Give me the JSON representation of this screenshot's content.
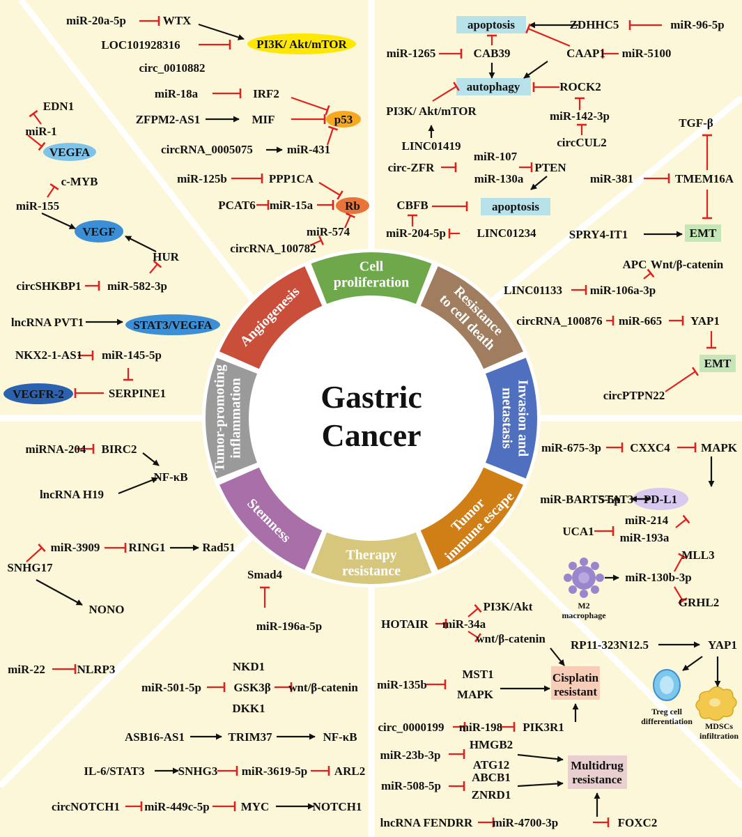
{
  "title": [
    "Gastric",
    "Cancer"
  ],
  "hallmarks": [
    {
      "lines": [
        "Cell",
        "proliferation"
      ],
      "color": "#6fa84a"
    },
    {
      "lines": [
        "Resistance",
        "to cell death"
      ],
      "color": "#a07d5e"
    },
    {
      "lines": [
        "Invasion and",
        "metastasis"
      ],
      "color": "#4f6fbf"
    },
    {
      "lines": [
        "Tumor",
        "immune escape"
      ],
      "color": "#cf7f16"
    },
    {
      "lines": [
        "Therapy",
        "resistance"
      ],
      "color": "#d7c77d"
    },
    {
      "lines": [
        "Stemness"
      ],
      "color": "#a86fa8"
    },
    {
      "lines": [
        "Tumor-promoting",
        "inflammation"
      ],
      "color": "#9a9a9a"
    },
    {
      "lines": [
        "Angiogenesis"
      ],
      "color": "#c94f3a"
    }
  ],
  "nodes": {
    "n1": "miR-20a-5p",
    "n2": "WTX",
    "n3": "LOC101928316",
    "n4": "PI3K/ Akt/mTOR",
    "n5": "circ_0010882",
    "n6": "miR-18a",
    "n7": "IRF2",
    "n8": "ZFPM2-AS1",
    "n9": "MIF",
    "n10": "p53",
    "n11": "circRNA_0005075",
    "n12": "miR-431",
    "n13": "miR-125b",
    "n14": "PPP1CA",
    "n15": "PCAT6",
    "n16": "miR-15a",
    "n17": "Rb",
    "n18": "miR-574",
    "n19": "circRNA_100782",
    "n20": "EDN1",
    "n21": "miR-1",
    "n22": "VEGFA",
    "n23": "c-MYB",
    "n24": "miR-155",
    "n25": "VEGF",
    "n26": "HUR",
    "n27": "circSHKBP1",
    "n28": "miR-582-3p",
    "n29": "lncRNA PVT1",
    "n30": "STAT3/VEGFA",
    "n31": "NKX2-1-AS1",
    "n32": "miR-145-5p",
    "n33": "VEGFR-2",
    "n34": "SERPINE1",
    "n35": "apoptosis",
    "n36": "ZDHHC5",
    "n37": "miR-96-5p",
    "n38": "CAB39",
    "n39": "CAAP1",
    "n40": "miR-1265",
    "n41": "miR-5100",
    "n42": "autophagy",
    "n43": "ROCK2",
    "n44": "PI3K/ Akt/mTOR",
    "n45": "miR-142-3p",
    "n46": "circCUL2",
    "n47": "LINC01419",
    "n48": "miR-107",
    "n49": "circ-ZFR",
    "n50": "miR-130a",
    "n51": "PTEN",
    "n52": "CBFB",
    "n53": "apoptosis",
    "n54": "miR-204-5p",
    "n55": "LINC01234",
    "n56": "TGF-β",
    "n57": "miR-381",
    "n58": "TMEM16A",
    "n59": "SPRY4-IT1",
    "n60": "EMT",
    "n61": "APC",
    "n62": "Wnt/β-catenin",
    "n63": "LINC01133",
    "n64": "miR-106a-3p",
    "n65": "circRNA_100876",
    "n66": "miR-665",
    "n67": "YAP1",
    "n68": "EMT",
    "n69": "circPTPN22",
    "n70": "miRNA-204",
    "n71": "BIRC2",
    "n72": "NF-κB",
    "n73": "lncRNA H19",
    "n74": "miR-3909",
    "n75": "RING1",
    "n76": "Rad51",
    "n77": "SNHG17",
    "n78": "NONO",
    "n79": "miR-22",
    "n80": "NLRP3",
    "n81": "Smad4",
    "n82": "miR-196a-5p",
    "n83": "NKD1",
    "n84": "miR-501-5p",
    "n85": "GSK3β",
    "n86": "wnt/β-catenin",
    "n87": "DKK1",
    "n88": "ASB16-AS1",
    "n89": "TRIM37",
    "n90": "NF-κB",
    "n91": "IL-6/STAT3",
    "n92": "SNHG3",
    "n93": "miR-3619-5p",
    "n94": "ARL2",
    "n95": "circNOTCH1",
    "n96": "miR-449c-5p",
    "n97": "MYC",
    "n98": "NOTCH1",
    "n99": "miR-675-3p",
    "n100": "CXXC4",
    "n101": "MAPK",
    "n102": "miR-BART5-5p",
    "n103": "STAT3",
    "n104": "PD-L1",
    "n105": "UCA1",
    "n106": "miR-214",
    "n107": "miR-193a",
    "n108": "MLL3",
    "n109": "miR-130b-3p",
    "n110": "GRHL2",
    "n111": "M2",
    "n112": "macrophage",
    "n113": "PI3K/Akt",
    "n114": "HOTAIR",
    "n115": "miR-34a",
    "n116": "wnt/β-catenin",
    "n117": "miR-135b",
    "n118": "MST1",
    "n119": "MAPK",
    "n120": "Cisplatin",
    "n121": "resistant",
    "n122": "circ_0000199",
    "n123": "miR-198",
    "n124": "PIK3R1",
    "n125": "miR-23b-3p",
    "n126": "HMGB2",
    "n127": "ATG12",
    "n128": "Multidrug",
    "n129": "resistance",
    "n130": "miR-508-5p",
    "n131": "ABCB1",
    "n132": "ZNRD1",
    "n133": "lncRNA FENDRR",
    "n134": "miR-4700-3p",
    "n135": "FOXC2",
    "n136": "RP11-323N12.5",
    "n137": "YAP1",
    "n138": "Treg cell",
    "n139": "differentiation",
    "n140": "MDSCs",
    "n141": "infiltration"
  },
  "colors": {
    "panel_bg": "#fcf7d9",
    "divider": "#ffffff",
    "activate": "#111111",
    "inhibit": "#e0201c",
    "yellow": "#ffe800",
    "orange": "#f6a820",
    "rb": "#e8743a",
    "sky": "#7fc3e8",
    "blue": "#3c8fd4",
    "navy": "#2a62b0",
    "teal_box": "#b8e2ea",
    "green_box": "#c7e6b7",
    "pink_box": "#f7cdb8",
    "rose_box": "#e9cfcf",
    "lavender": "#d8c9ee",
    "macrophage": "#9a86cc",
    "treg": "#7ec7ec",
    "mdsc": "#f2c94c"
  }
}
